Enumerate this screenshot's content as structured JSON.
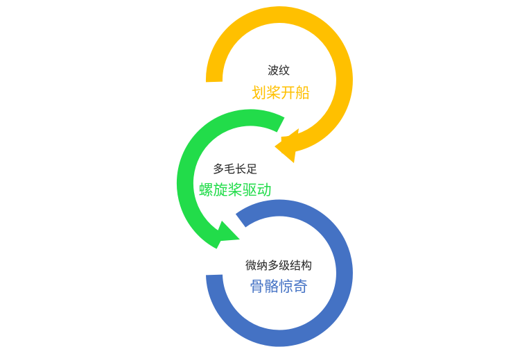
{
  "colors": {
    "yellow": "#FFC000",
    "green": "#22DC4A",
    "blue": "#4472C4",
    "text_dark": "#222222"
  },
  "nodes": [
    {
      "id": "ripple",
      "label_small": "波纹",
      "label_big": "划桨开船",
      "color": "#FFC000"
    },
    {
      "id": "hair",
      "label_small": "多毛长足",
      "label_big": "螺旋桨驱动",
      "color": "#22DC4A"
    },
    {
      "id": "micro",
      "label_small": "微纳多级结构",
      "label_big": "骨骼惊奇",
      "color": "#4472C4"
    }
  ]
}
